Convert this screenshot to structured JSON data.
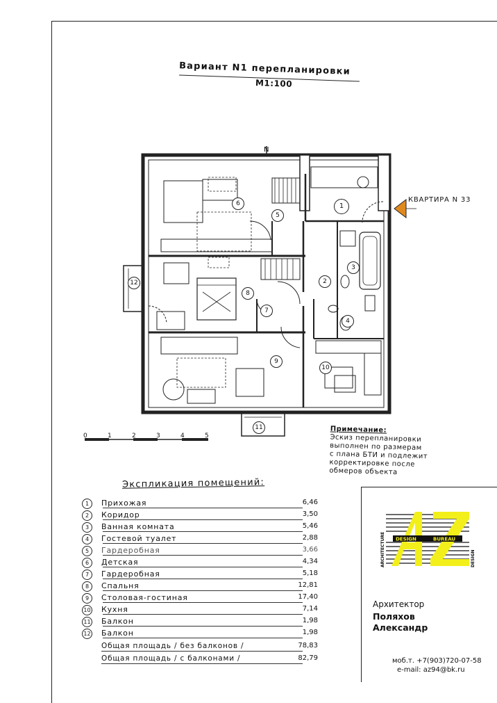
{
  "title": "Вариант N1 перепланировки",
  "scale": "М1:100",
  "apartment_label": "КВАРТИРА N 33",
  "north_mark": "N",
  "scale_bar_labels": [
    "0",
    "1",
    "2",
    "3",
    "4",
    "5"
  ],
  "room_numbers": [
    "1",
    "2",
    "3",
    "4",
    "5",
    "6",
    "7",
    "8",
    "9",
    "10",
    "11",
    "12"
  ],
  "note": {
    "heading": "Примечание:",
    "lines": [
      "Эскиз перепланировки",
      "выполнен по размерам",
      "с плана БТИ и подлежит",
      "корректировке после",
      "обмеров объекта"
    ]
  },
  "explication": {
    "title": "Экспликация помещений:",
    "rooms": [
      {
        "num": "1",
        "name": "Прихожая",
        "area": "6,46"
      },
      {
        "num": "2",
        "name": "Коридор",
        "area": "3,50"
      },
      {
        "num": "3",
        "name": "Ванная комната",
        "area": "5,46"
      },
      {
        "num": "4",
        "name": "Гостевой туалет",
        "area": "2,88"
      },
      {
        "num": "5",
        "name": "Гардеробная",
        "area": "3,66"
      },
      {
        "num": "6",
        "name": "Детская",
        "area": "4,34"
      },
      {
        "num": "7",
        "name": "Гардеробная",
        "area": "5,18"
      },
      {
        "num": "8",
        "name": "Спальня",
        "area": "12,81"
      },
      {
        "num": "9",
        "name": "Столовая-гостиная",
        "area": "17,40"
      },
      {
        "num": "10",
        "name": "Кухня",
        "area": "7,14"
      },
      {
        "num": "11",
        "name": "Балкон",
        "area": "1,98"
      },
      {
        "num": "12",
        "name": "Балкон",
        "area": "1,98"
      }
    ],
    "total_without": {
      "name": "Общая площадь / без балконов /",
      "area": "78,83"
    },
    "total_with": {
      "name": "Общая площадь / с балконами /",
      "area": "82,79"
    }
  },
  "logo": {
    "letters": "AZ",
    "vertical_left": "ARCHITECTURE",
    "band_left": "DESIGN",
    "band_right": "BUREAU",
    "vertical_right": "DESIGN",
    "colors": {
      "accent": "#f2ef1a",
      "ink": "#111111"
    }
  },
  "architect": {
    "label": "Архитектор",
    "first_line": "Поляхов",
    "second_line": "Александр",
    "phone": "моб.т. +7(903)720-07-58",
    "email": "e-mail: az94@bk.ru"
  },
  "colors": {
    "arrow": "#e08a1e",
    "ink": "#222222"
  }
}
